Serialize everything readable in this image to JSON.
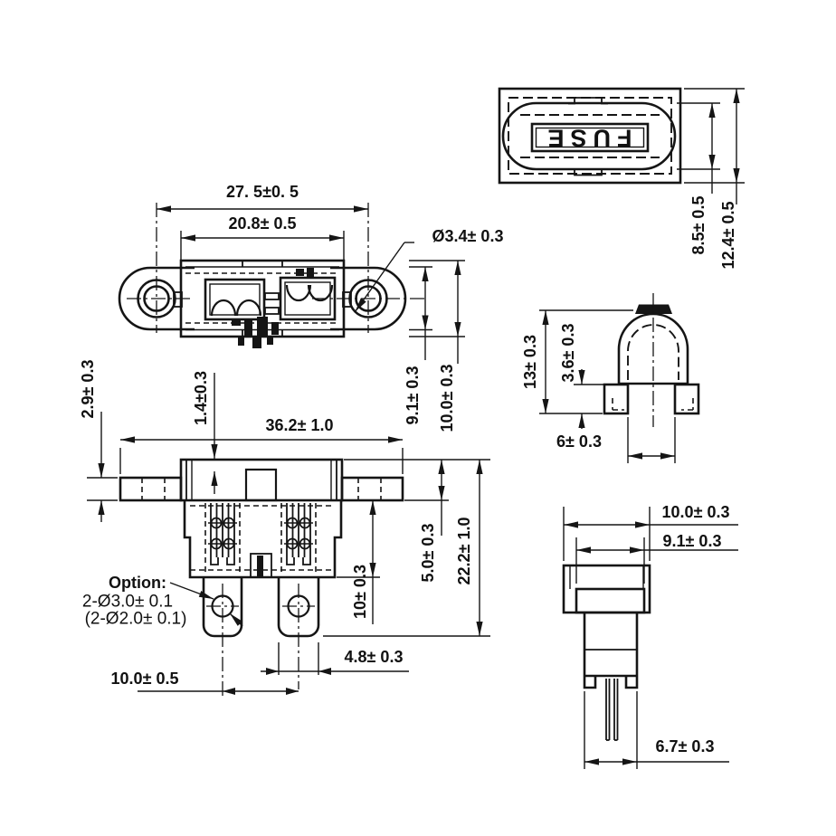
{
  "drawing": {
    "background": "#ffffff",
    "line_color": "#151515",
    "views": {
      "cover_top": {
        "label": "FUSE",
        "dim_inner_height": "8.5± 0.5",
        "dim_outer_height": "12.4± 0.5"
      },
      "holder_top": {
        "dim_hole_span": "27. 5±0. 5",
        "dim_body_width": "20.8± 0.5",
        "dim_hole_dia": "Ø3.4± 0.3",
        "dim_depth_inner": "9.1± 0.3",
        "dim_depth_outer": "10.0± 0.3"
      },
      "cap_side": {
        "dim_height": "13± 0.3",
        "dim_tab_height": "3.6± 0.3",
        "dim_neck_width": "6± 0.3"
      },
      "holder_front": {
        "dim_flange_thickness": "2.9± 0.3",
        "dim_window_offset": "1.4±0.3",
        "dim_total_width": "36.2± 1.0",
        "dim_lower_height": "10± 0.3",
        "dim_upper_height": "5.0± 0.3",
        "dim_total_height": "22.2± 1.0",
        "dim_blade_width": "4.8± 0.3",
        "dim_blade_pitch": "10.0± 0.5",
        "option_title": "Option:",
        "option_line1": "2-Ø3.0± 0.1",
        "option_line2": "(2-Ø2.0± 0.1)"
      },
      "holder_side": {
        "dim_top_width": "10.0± 0.3",
        "dim_inner_width": "9.1± 0.3",
        "dim_bottom_width": "6.7± 0.3"
      }
    }
  }
}
